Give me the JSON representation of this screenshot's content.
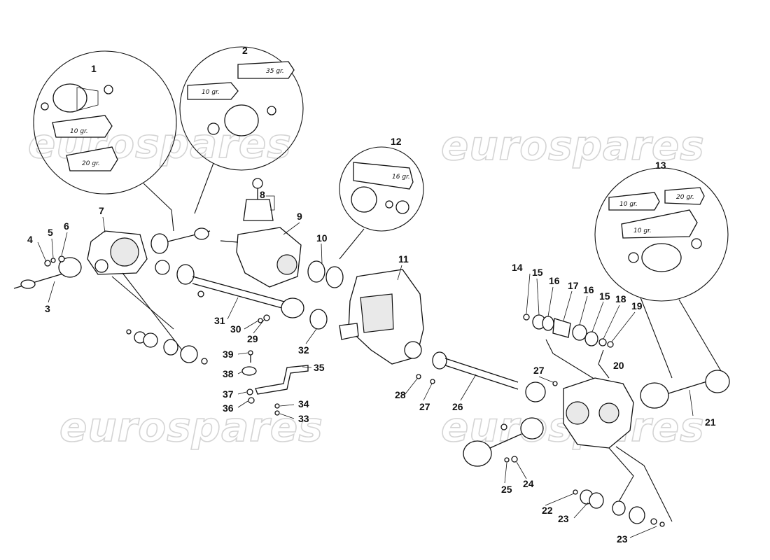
{
  "watermark": {
    "text": "eurospares",
    "color": "#d4d4d4"
  },
  "tube_labels": [
    "10 gr.",
    "35 gr.",
    "10 gr.",
    "20 gr.",
    "10 gr.",
    "20 gr.",
    "10 gr.",
    "16 gr."
  ],
  "callouts": {
    "c1": "1",
    "c2": "2",
    "c3": "3",
    "c4": "4",
    "c5": "5",
    "c6": "6",
    "c7": "7",
    "c8": "8",
    "c9": "9",
    "c10": "10",
    "c11": "11",
    "c12": "12",
    "c13": "13",
    "c14": "14",
    "c15a": "15",
    "c15b": "15",
    "c16a": "16",
    "c16b": "16",
    "c17": "17",
    "c18": "18",
    "c19": "19",
    "c20": "20",
    "c21": "21",
    "c22": "22",
    "c23a": "23",
    "c23b": "23",
    "c24": "24",
    "c25": "25",
    "c26": "26",
    "c27a": "27",
    "c27b": "27",
    "c28": "28",
    "c29": "29",
    "c30": "30",
    "c31": "31",
    "c32": "32",
    "c33": "33",
    "c34": "34",
    "c35": "35",
    "c36": "36",
    "c37": "37",
    "c38": "38",
    "c39": "39"
  }
}
